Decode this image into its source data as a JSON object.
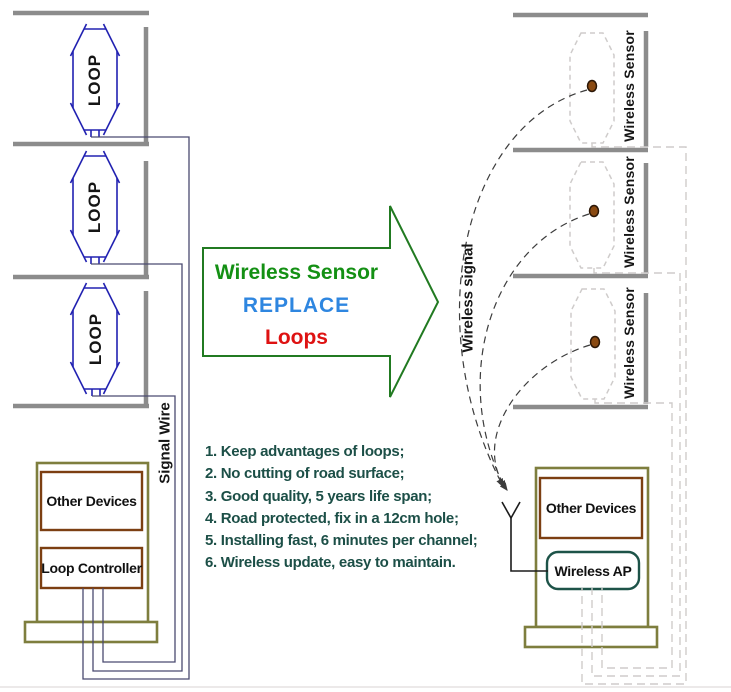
{
  "colors": {
    "road": "#8c8c8c",
    "loop": "#2222b2",
    "wire": "#4a4a70",
    "olive": "#7e7e3e",
    "brown": "#7c3f12",
    "teal": "#1d5348",
    "ghost": "#cfcccb",
    "signal": "#3c3c3c",
    "arrowline": "#217a21",
    "green": "#149014",
    "blue": "#2e86e0",
    "red": "#de1212",
    "list": "#1c4f47",
    "dot": "#8a4a12"
  },
  "left": {
    "loops": [
      {
        "label": "LOOP"
      },
      {
        "label": "LOOP"
      },
      {
        "label": "LOOP"
      }
    ],
    "signal_wire_label": "Signal Wire",
    "cabinet": {
      "other_devices_label": "Other Devices",
      "loop_controller_label": "Loop Controller"
    }
  },
  "arrow": {
    "line1": "Wireless Sensor",
    "line2": "REPLACE",
    "line3": "Loops"
  },
  "benefits": {
    "items": [
      "1. Keep advantages of loops;",
      "2. No cutting of road surface;",
      "3. Good quality, 5 years life span;",
      "4. Road protected, fix in a 12cm hole;",
      "5. Installing fast, 6 minutes per channel;",
      "6. Wireless update, easy to maintain."
    ]
  },
  "right": {
    "sensors": [
      {
        "label": "Wireless Sensor"
      },
      {
        "label": "Wireless Sensor"
      },
      {
        "label": "Wireless Sensor"
      }
    ],
    "wireless_signal_label": "Wireless signal",
    "cabinet": {
      "other_devices_label": "Other Devices",
      "wireless_ap_label": "Wireless AP"
    }
  }
}
